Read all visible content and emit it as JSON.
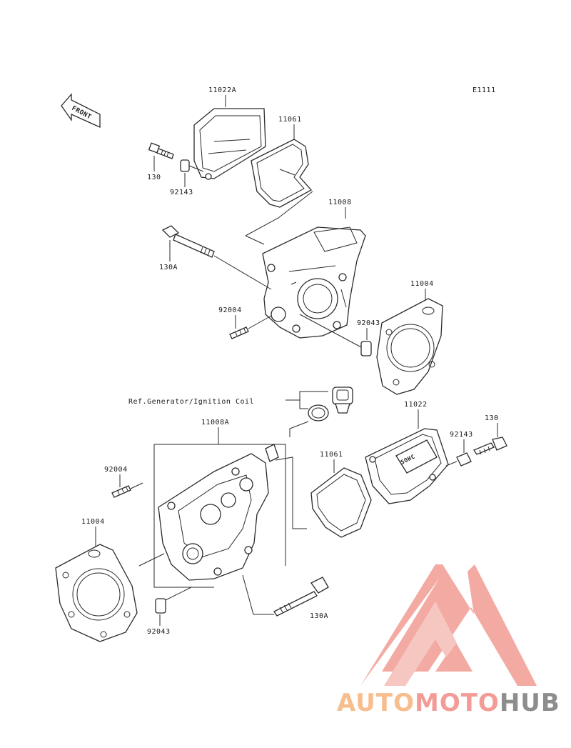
{
  "diagram_code": "E1111",
  "front_label": "FRONT",
  "labels": {
    "head_cover_upper": "11022A",
    "head_cover_gasket_upper": "11061",
    "bolt_upper": "130",
    "collar_upper": "92143",
    "head_upper": "11008",
    "long_bolt_upper": "130A",
    "stud_upper": "92004",
    "dowel_upper": "92043",
    "head_gasket_upper": "11004",
    "reference_note": "Ref.Generator/Ignition Coil",
    "head_lower": "11008A",
    "stud_lower": "92004",
    "head_gasket_lower": "11004",
    "dowel_lower": "92043",
    "long_bolt_lower": "130A",
    "head_cover_gasket_lower": "11061",
    "head_cover_lower": "11022",
    "collar_lower": "92143",
    "bolt_lower": "130"
  },
  "watermark": {
    "text_auto": "AUTO",
    "text_moto": "MOTO",
    "text_hub": "HUB",
    "color_auto": "#f7b27a",
    "color_moto": "#f28b85",
    "color_hub": "#7a7a7a"
  }
}
